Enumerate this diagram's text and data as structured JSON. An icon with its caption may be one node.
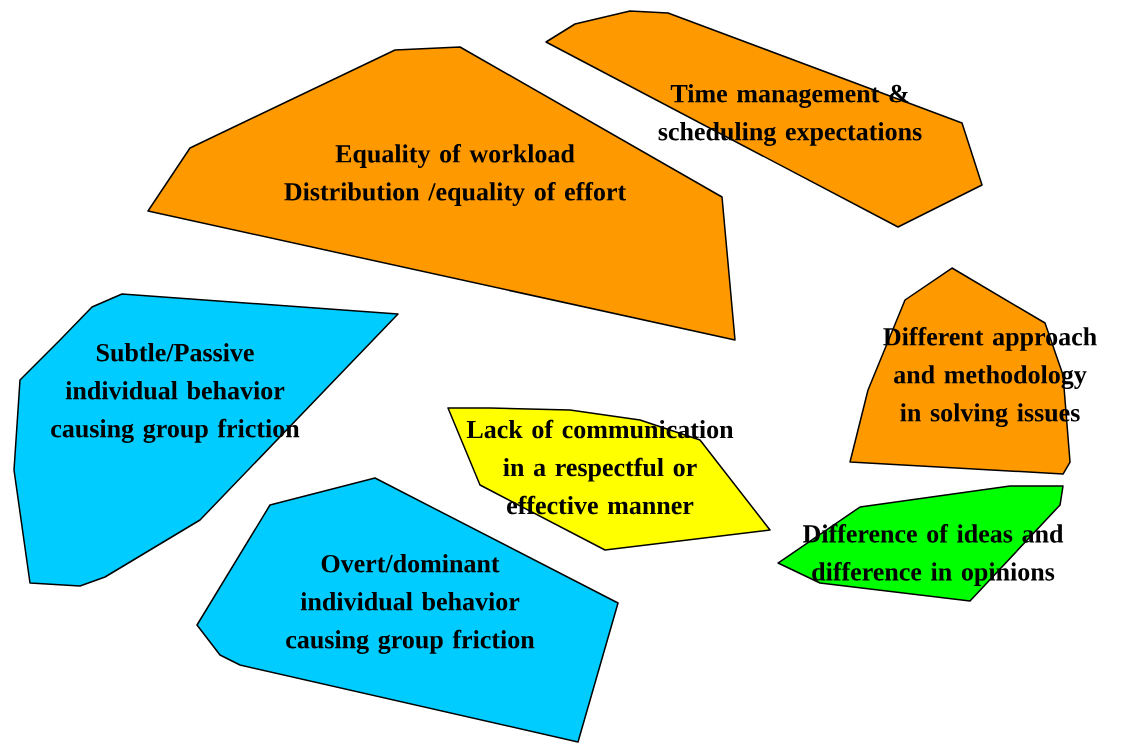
{
  "diagram": {
    "nodes": [
      {
        "text": [
          "Equality of workload Distribution /equality of effort"
        ]
      },
      {
        "text": [
          "Time management & scheduling expectations"
        ]
      },
      {
        "text": [
          "Subtle/Passive individual behavior causing group friction"
        ]
      },
      {
        "text": [
          "Different approach and methodology in solving issues"
        ]
      },
      {
        "text": [
          "Lack of communication in a respectful or effective manner"
        ]
      },
      {
        "text": [
          "Difference of ideas and difference in opinions"
        ]
      },
      {
        "text": [
          "Overt/dominant individual behavior causing group friction"
        ]
      }
    ]
  }
}
